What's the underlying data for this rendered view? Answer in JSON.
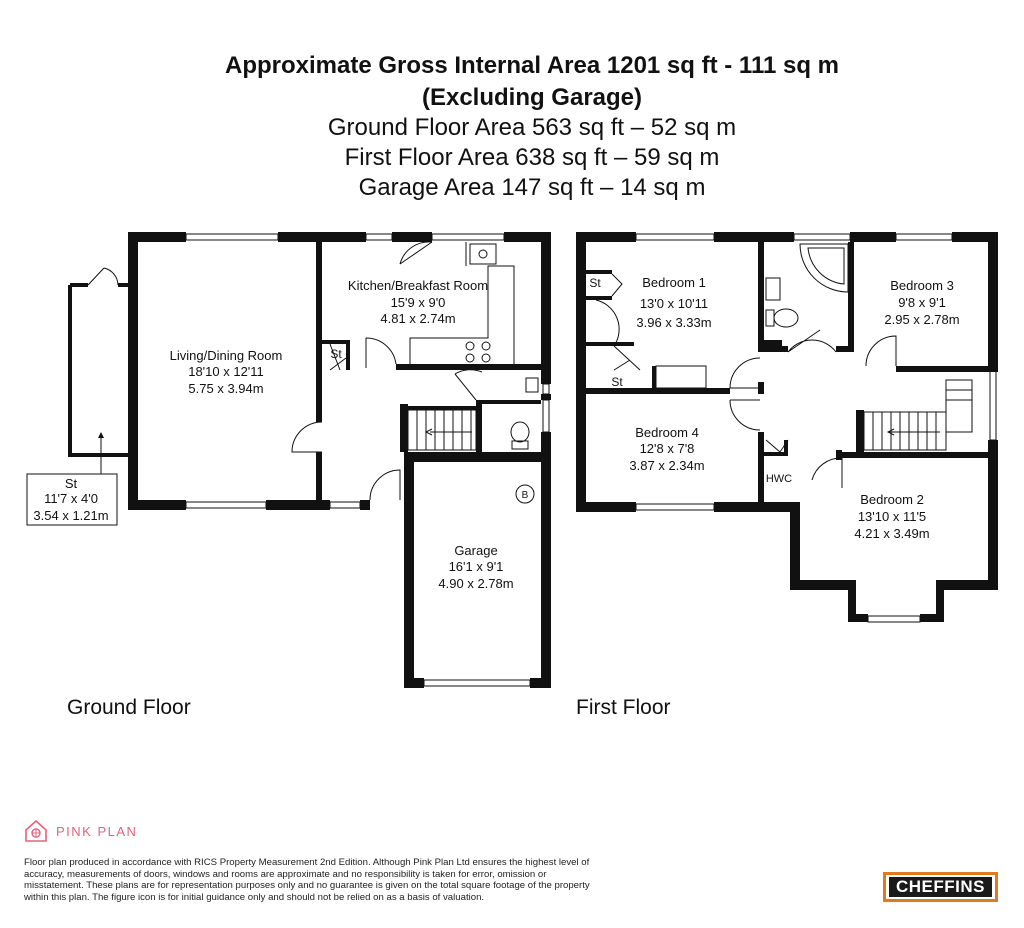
{
  "header": {
    "line1": "Approximate Gross Internal Area 1201 sq ft - 111 sq m",
    "line2": "(Excluding Garage)",
    "line3": "Ground Floor Area 563 sq ft – 52 sq m",
    "line4": "First Floor Area 638 sq ft – 59 sq m",
    "line5": "Garage Area 147 sq ft – 14 sq m"
  },
  "ground_floor": {
    "label": "Ground Floor",
    "store_outside": {
      "name": "St",
      "imperial": "11'7 x 4'0",
      "metric": "3.54 x 1.21m"
    },
    "living": {
      "name": "Living/Dining Room",
      "imperial": "18'10 x 12'11",
      "metric": "5.75 x 3.94m"
    },
    "kitchen": {
      "name": "Kitchen/Breakfast Room",
      "imperial": "15'9 x 9'0",
      "metric": "4.81 x 2.74m"
    },
    "store": {
      "name": "St"
    },
    "garage": {
      "name": "Garage",
      "imperial": "16'1 x 9'1",
      "metric": "4.90 x 2.78m",
      "boiler": "B"
    }
  },
  "first_floor": {
    "label": "First Floor",
    "bedroom1": {
      "name": "Bedroom 1",
      "imperial": "13'0 x 10'11",
      "metric": "3.96 x 3.33m"
    },
    "bedroom2": {
      "name": "Bedroom 2",
      "imperial": "13'10 x 11'5",
      "metric": "4.21 x 3.49m"
    },
    "bedroom3": {
      "name": "Bedroom 3",
      "imperial": "9'8 x 9'1",
      "metric": "2.95 x 2.78m"
    },
    "bedroom4": {
      "name": "Bedroom 4",
      "imperial": "12'8 x 7'8",
      "metric": "3.87 x 2.34m"
    },
    "store_a": {
      "name": "St"
    },
    "store_b": {
      "name": "St"
    },
    "hwc": {
      "name": "HWC"
    }
  },
  "footer": {
    "brand": "PINK PLAN",
    "disclaimer": "Floor plan produced in accordance with RICS Property Measurement 2nd Edition. Although Pink Plan Ltd ensures the highest level of accuracy, measurements of doors, windows and rooms are approximate and no responsibility is taken for error, omission or misstatement. These plans are for representation purposes only and no guarantee is given on the total square footage of the property within this plan. The figure icon is for initial guidance only and should not be relied on as a basis of valuation.",
    "agent_logo": "CHEFFINS"
  },
  "colors": {
    "wall": "#111111",
    "brand": "#e4647c",
    "agent_border": "#e07a1e"
  }
}
